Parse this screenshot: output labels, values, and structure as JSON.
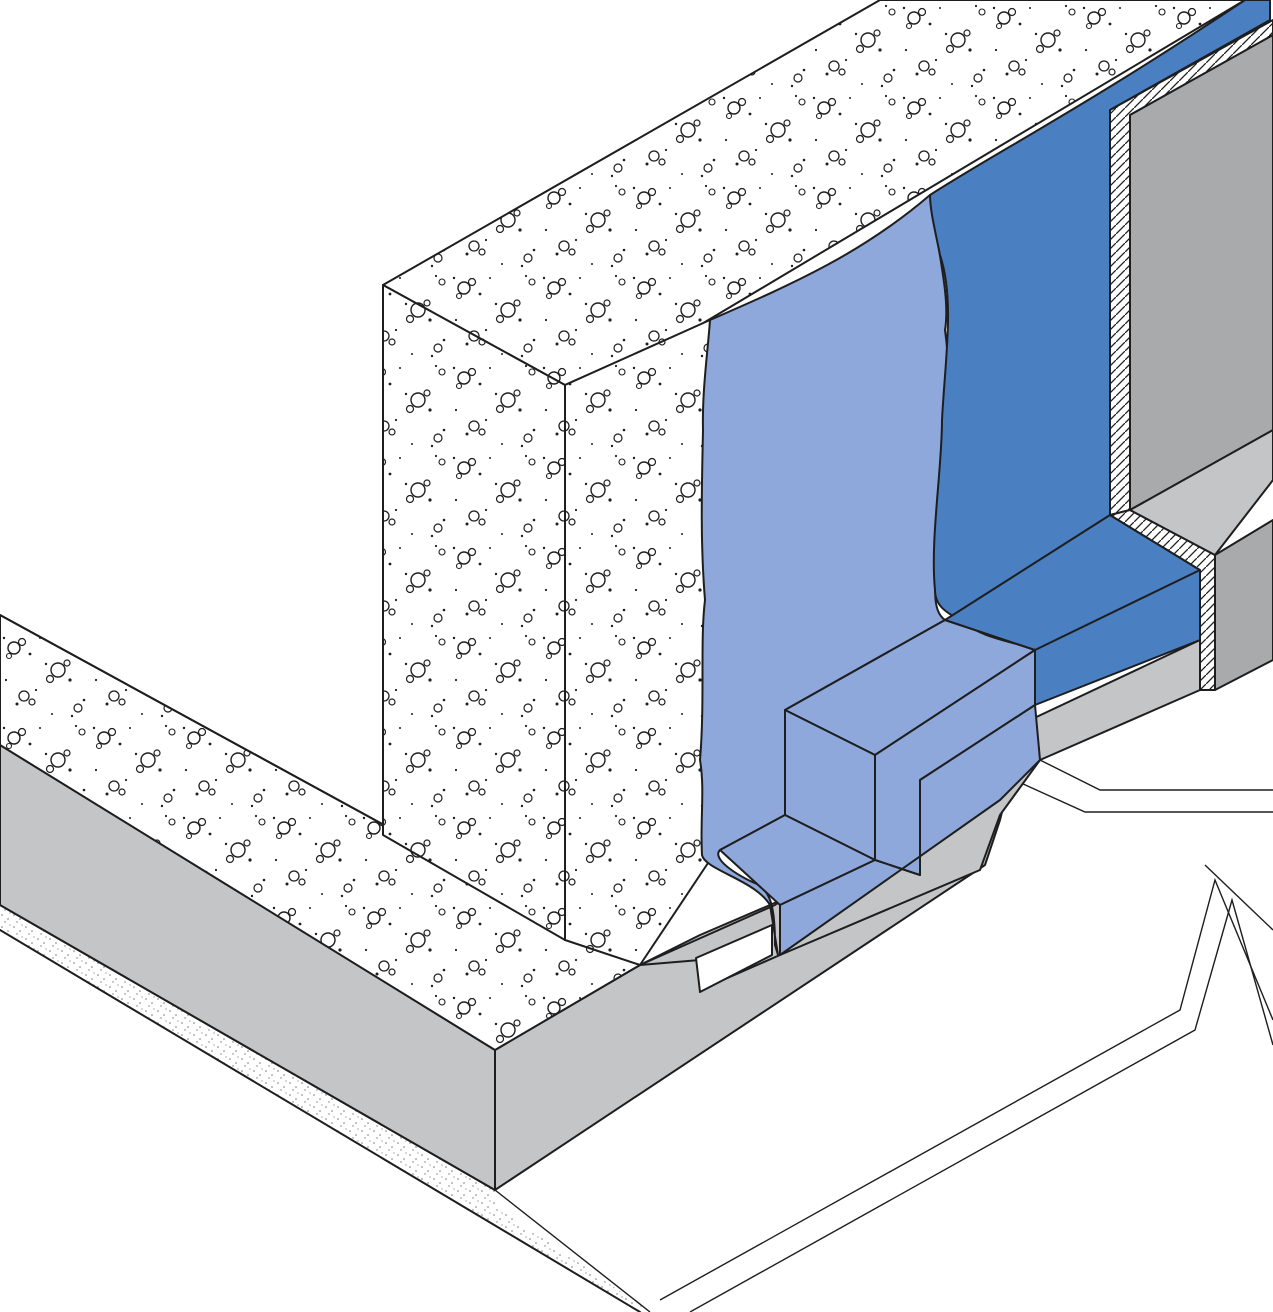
{
  "diagram": {
    "kind": "isometric waterproofing detail",
    "labels": [],
    "colors": {
      "background": "#ffffff",
      "concrete_grey": "#c4c5c7",
      "concrete_grey_dark": "#a9aaac",
      "membrane_light_blue": "#8ea8db",
      "membrane_dark_blue": "#4a7fc2",
      "aggregate_fill": "#ffffff",
      "line": "#1e1e1e",
      "sand_dots": "#7a7a7a"
    },
    "icons": [
      "aggregate-texture",
      "sand-texture",
      "hatch-pattern"
    ]
  }
}
